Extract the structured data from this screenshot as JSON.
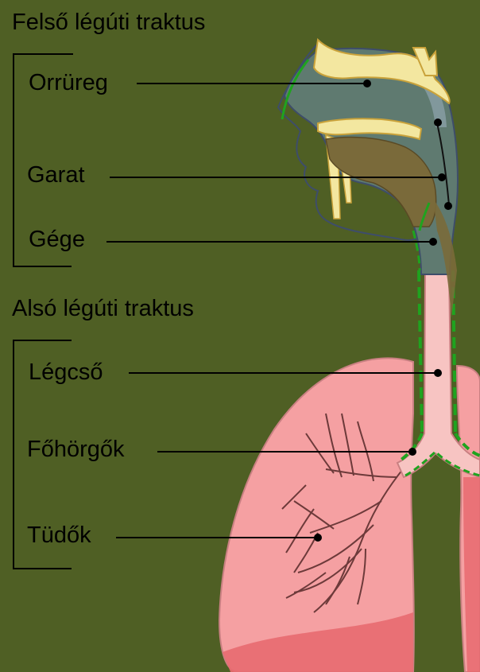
{
  "diagram": {
    "upper_tract": {
      "heading": "Felső légúti traktus",
      "labels": {
        "nasal_cavity": "Orrüreg",
        "pharynx": "Garat",
        "larynx": "Gége"
      }
    },
    "lower_tract": {
      "heading": "Alsó légúti traktus",
      "labels": {
        "trachea": "Légcső",
        "main_bronchi": "Főhörgők",
        "lungs": "Tüdők"
      }
    },
    "colors": {
      "background": "#4f5f24",
      "airway": "#5f7a70",
      "airway_light": "#8aa0a8",
      "lung": "#f5a0a2",
      "lung_dark": "#e86a70",
      "trachea": "#f7c4c2",
      "bone": "#f3e7a0",
      "mucosa_line": "#1fa31f",
      "soft_tissue": "#7a6a3a"
    }
  }
}
